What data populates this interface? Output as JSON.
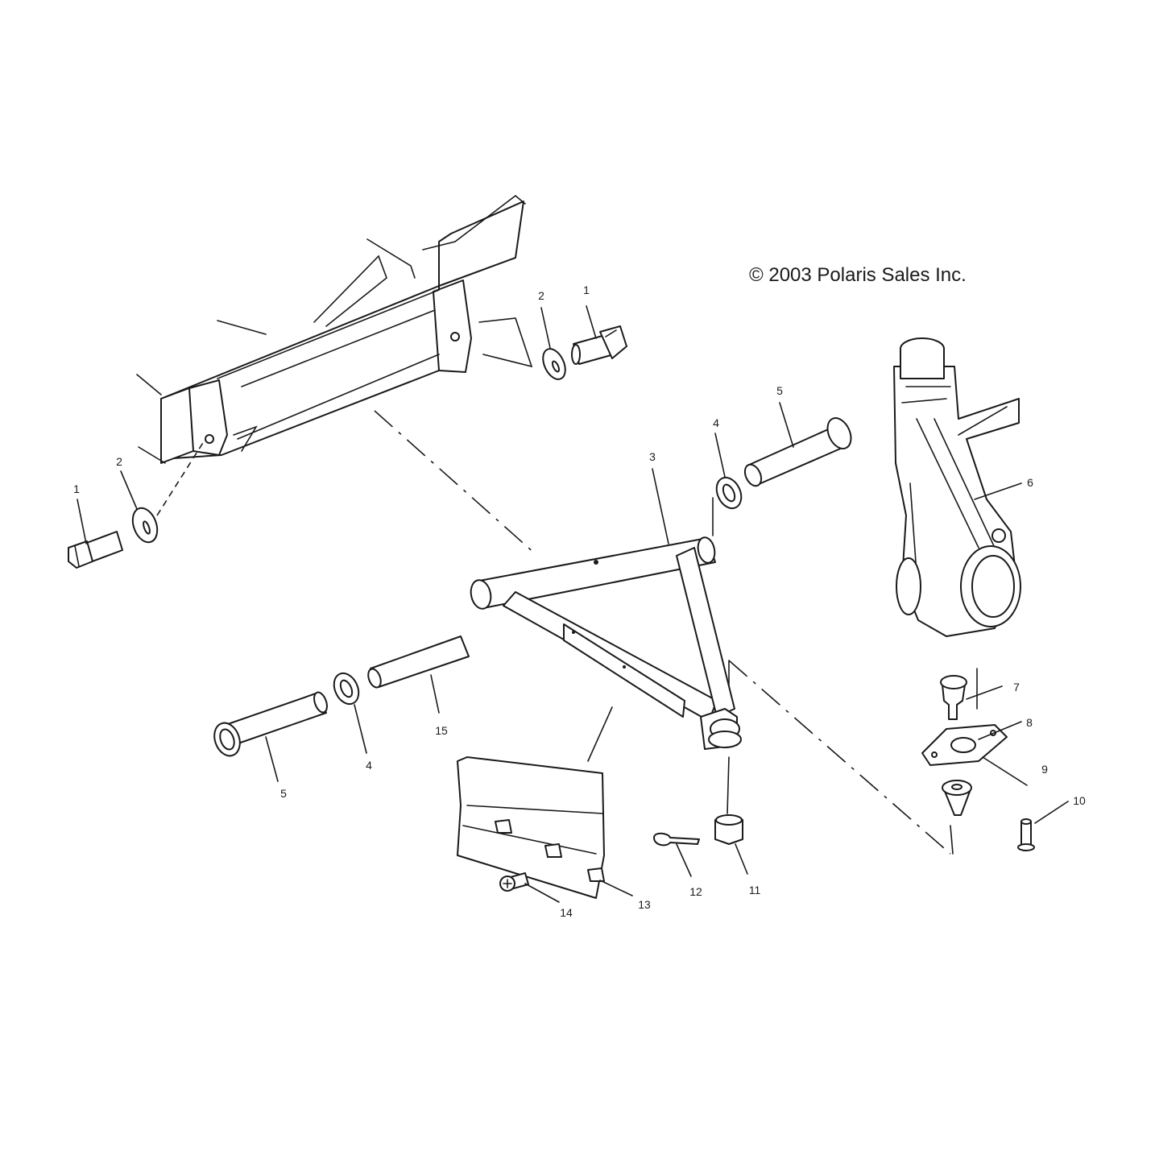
{
  "copyright": "© 2003 Polaris Sales Inc.",
  "callouts": {
    "c1a": "1",
    "c1b": "1",
    "c2a": "2",
    "c2b": "2",
    "c3": "3",
    "c4a": "4",
    "c4b": "4",
    "c5a": "5",
    "c5b": "5",
    "c6": "6",
    "c7": "7",
    "c8": "8",
    "c9": "9",
    "c10": "10",
    "c11": "11",
    "c12": "12",
    "c13": "13",
    "c14": "14",
    "c15": "15"
  }
}
